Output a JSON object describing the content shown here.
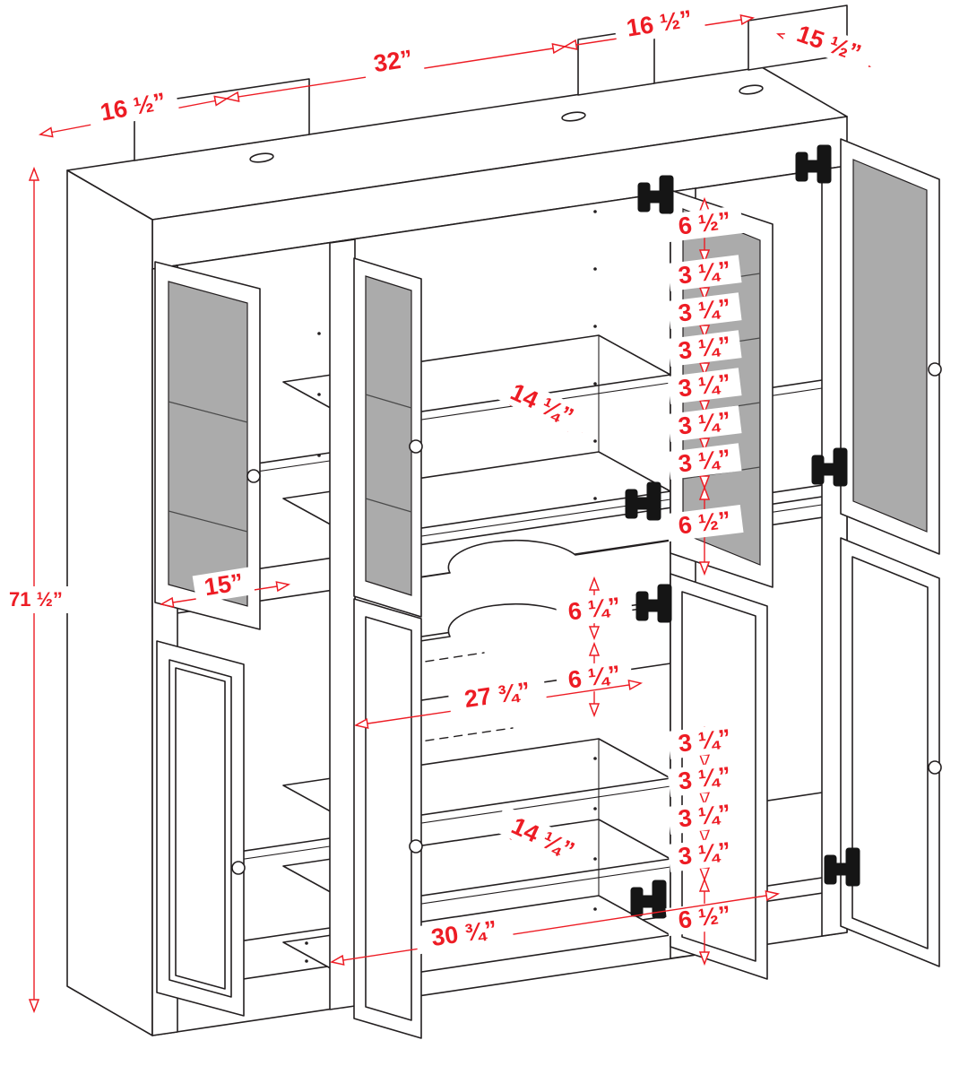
{
  "page": {
    "type": "furniture-assembly-dimension-diagram",
    "units": "inches"
  },
  "colors": {
    "dimension_red": "#ED1C24",
    "line_black": "#231F20",
    "glass_gray": "#ABABAB",
    "background": "#FFFFFF"
  },
  "dimensions": {
    "overall_height": "71 ½”",
    "top": {
      "left_depth": "16 ½”",
      "center_width": "32”",
      "right_width": "16 ½”",
      "right_depth": "15 ½”"
    },
    "upper_shelf_depth": "14 ¼”",
    "left_shelf_width": "15”",
    "upper_right_spacing": {
      "top": "6 ½”",
      "holes": [
        "3 ¼”",
        "3 ¼”",
        "3 ¼”",
        "3 ¼”",
        "3 ¼”",
        "3 ¼”"
      ],
      "bottom": "6 ½”"
    },
    "drawer_heights": [
      "6 ¼”",
      "6 ¼”"
    ],
    "drawer_width": "27 ¾”",
    "lower_right_spacing": {
      "holes": [
        "3 ¼”",
        "3 ¼”",
        "3 ¼”",
        "3 ¼”"
      ],
      "bottom": "6 ½”"
    },
    "lower_shelf_depth": "14 ¼”",
    "bottom_width": "30 ¾”"
  }
}
